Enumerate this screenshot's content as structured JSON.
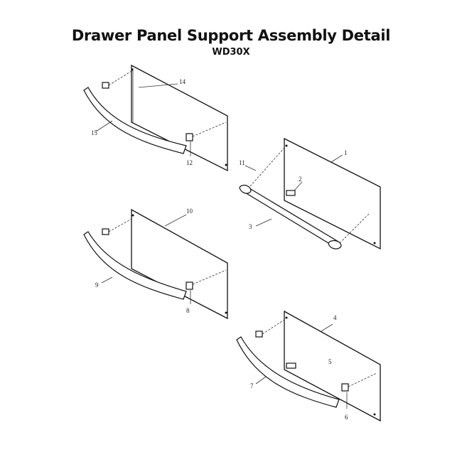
{
  "title": "Drawer Panel Support Assembly Detail",
  "subtitle": "WD30X",
  "labels": {
    "a_panel": "14",
    "a_handle": "15",
    "a_bracket": "12",
    "b_panel": "1",
    "b_bracket": "2",
    "b_rod_end": "11",
    "b_rod": "3",
    "c_panel": "10",
    "c_handle": "9",
    "c_bracket": "8",
    "d_panel": "4",
    "d_center": "5",
    "d_handle": "7",
    "d_bracket": "6"
  }
}
